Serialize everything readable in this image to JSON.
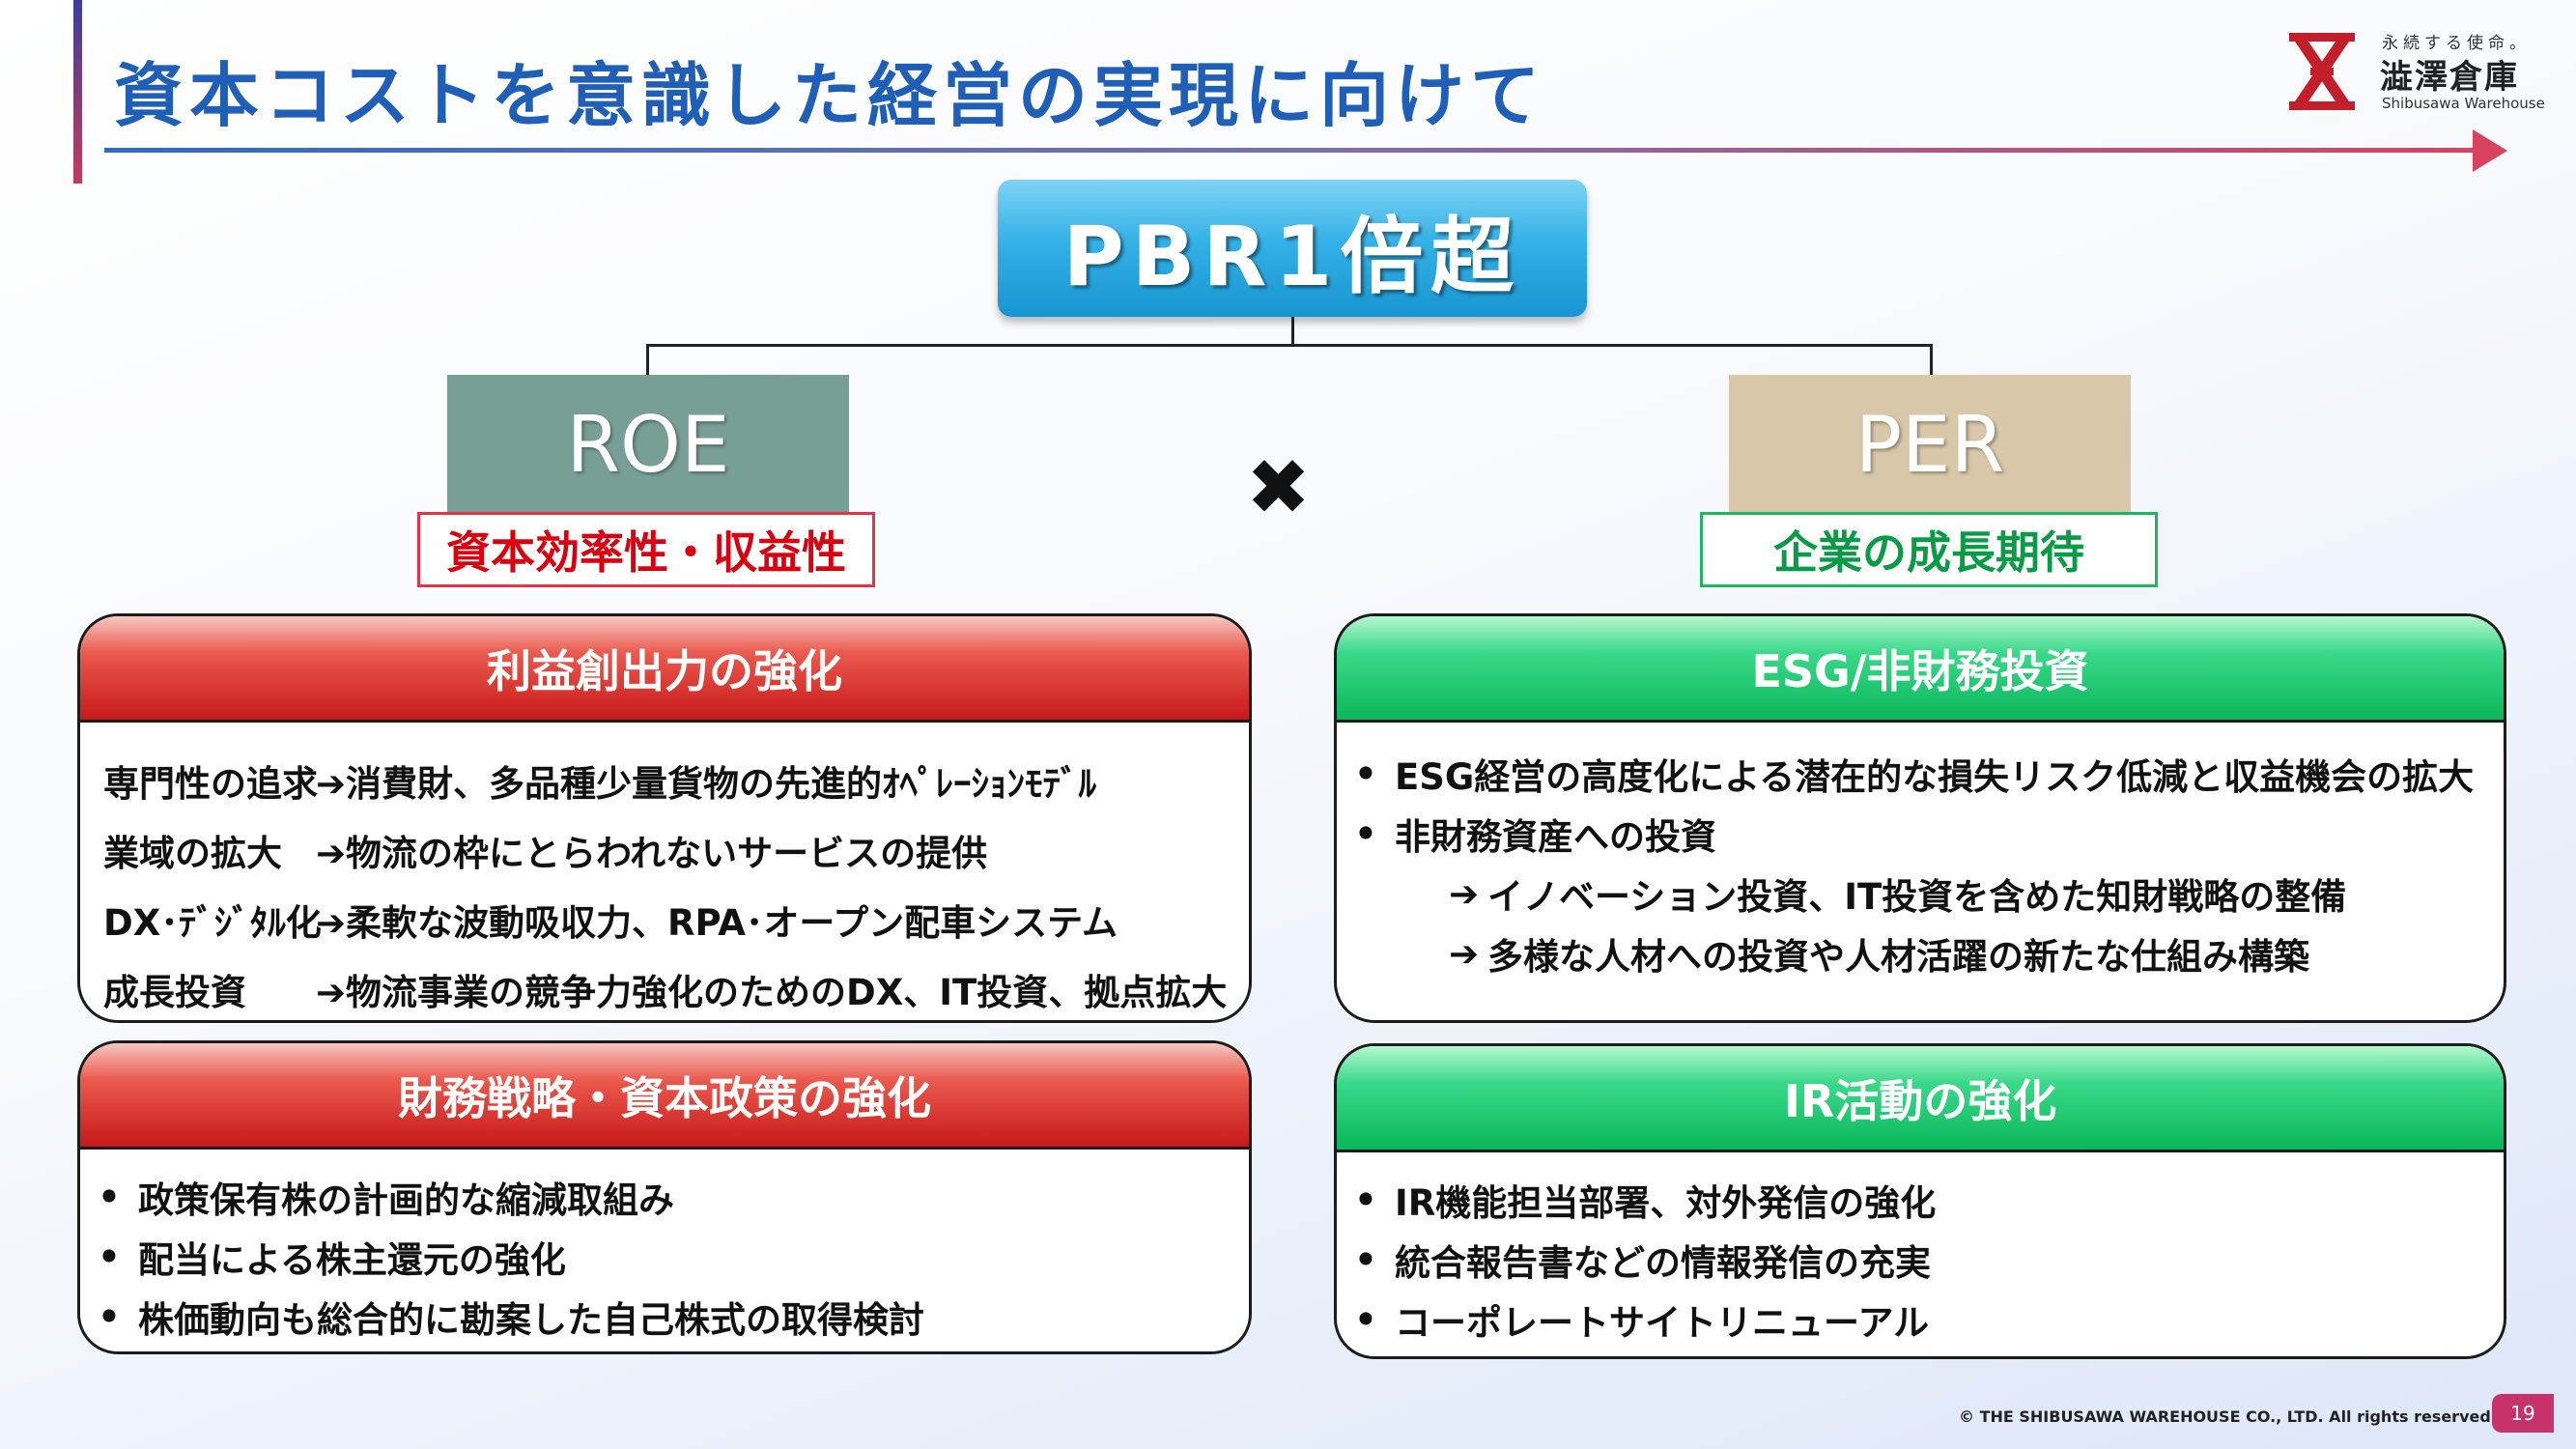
{
  "header": {
    "title": "資本コストを意識した経営の実現に向けて"
  },
  "logo": {
    "tagline": "永続する使命。",
    "name": "澁澤倉庫",
    "name_en": "Shibusawa Warehouse",
    "color": "#c21f2b"
  },
  "pbr": {
    "label": "PBR1倍超"
  },
  "roe": {
    "label": "ROE",
    "sublabel": "資本効率性・収益性"
  },
  "per": {
    "label": "PER",
    "sublabel": "企業の成長期待"
  },
  "operator": "✖",
  "profit_panel": {
    "title": "利益創出力の強化",
    "rows": [
      {
        "key": "専門性の追求",
        "value": "➔消費財、多品種少量貨物の先進的ｵﾍﾟﾚｰｼｮﾝﾓﾃﾞﾙ"
      },
      {
        "key": "業域の拡大",
        "value": "➔物流の枠にとらわれないサービスの提供"
      },
      {
        "key": "DX･ﾃﾞｼﾞﾀﾙ化",
        "value": "➔柔軟な波動吸収力、RPA･オープン配車システム"
      },
      {
        "key": "成長投資",
        "value": "➔物流事業の競争力強化のためのDX、IT投資、拠点拡大"
      }
    ]
  },
  "finance_panel": {
    "title": "財務戦略・資本政策の強化",
    "bullets": [
      "政策保有株の計画的な縮減取組み",
      "配当による株主還元の強化",
      "株価動向も総合的に勘案した自己株式の取得検討"
    ]
  },
  "esg_panel": {
    "title": "ESG/非財務投資",
    "bullets": [
      "ESG経営の高度化による潜在的な損失リスク低減と収益機会の拡大",
      "非財務資産への投資"
    ],
    "sub_bullets": [
      "イノベーション投資、IT投資を含めた知財戦略の整備",
      "多様な人材への投資や人材活躍の新たな仕組み構築"
    ]
  },
  "ir_panel": {
    "title": "IR活動の強化",
    "bullets": [
      "IR機能担当部署、対外発信の強化",
      "統合報告書などの情報発信の充実",
      "コーポレートサイトリニューアル"
    ]
  },
  "footer": {
    "copyright": "© THE SHIBUSAWA WAREHOUSE CO., LTD. All rights reserved.",
    "page_number": "19"
  },
  "bullet_symbol": "•",
  "arrow_symbol": "➔"
}
